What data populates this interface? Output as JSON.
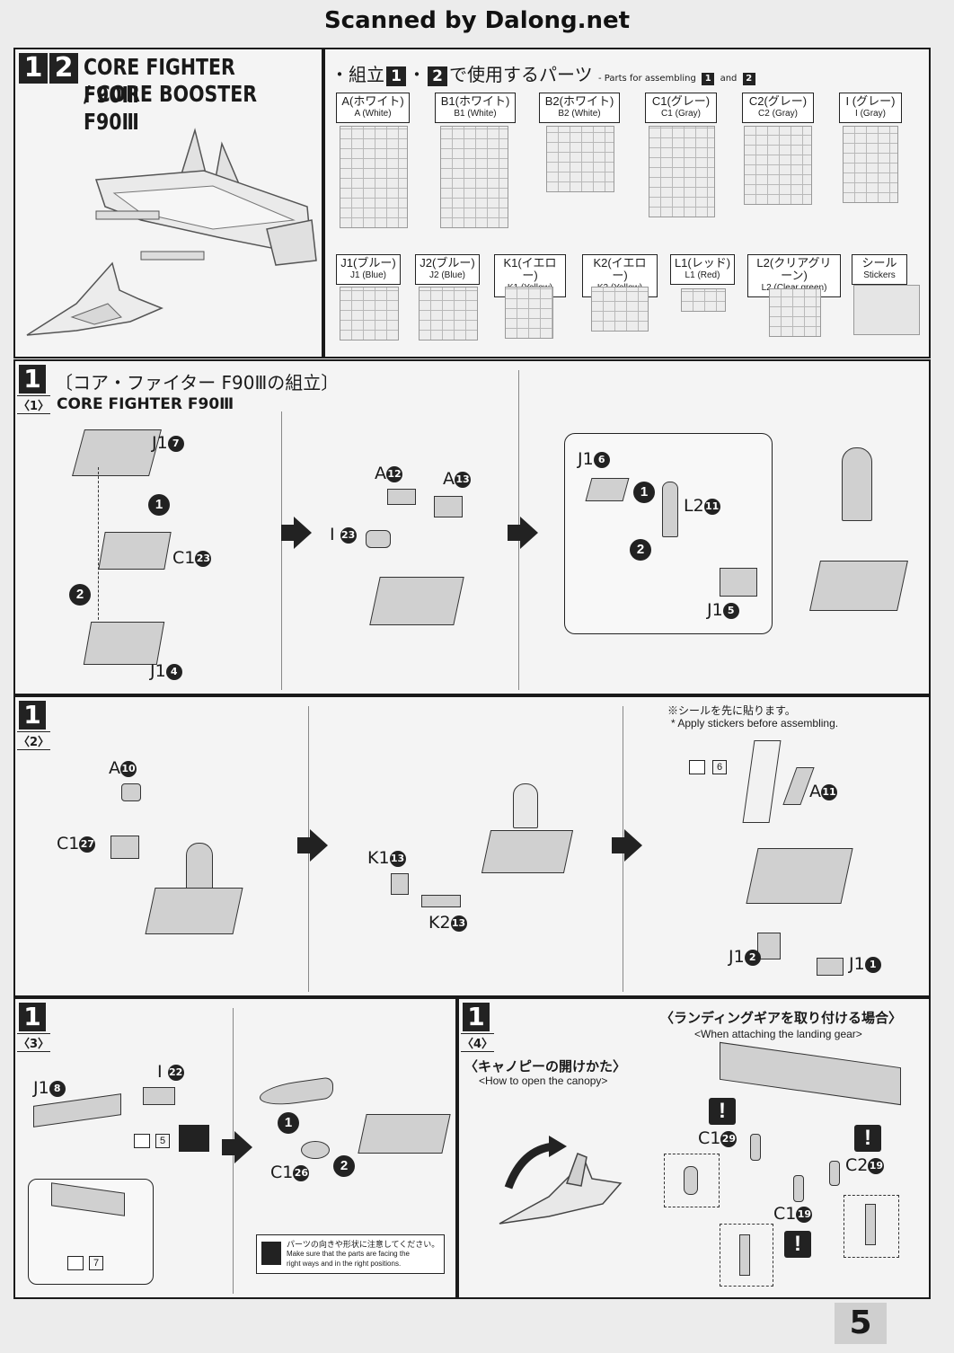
{
  "scan_credit": "Scanned by Dalong.net",
  "page_number": "5",
  "header": {
    "step_a": "1",
    "step_b": "2",
    "title_line1": "CORE FIGHTER F90Ⅲ",
    "title_line2": "/ CORE BOOSTER F90Ⅲ"
  },
  "parts": {
    "heading_jp_prefix": "・組立",
    "heading_num1": "1",
    "heading_dot": "・",
    "heading_num2": "2",
    "heading_jp_suffix": "で使用するパーツ",
    "heading_en": "- Parts for assembling",
    "heading_en_and": "and",
    "row1": [
      {
        "jp": "A(ホワイト)",
        "en": "A (White)"
      },
      {
        "jp": "B1(ホワイト)",
        "en": "B1 (White)"
      },
      {
        "jp": "B2(ホワイト)",
        "en": "B2 (White)"
      },
      {
        "jp": "C1(グレー)",
        "en": "C1 (Gray)"
      },
      {
        "jp": "C2(グレー)",
        "en": "C2 (Gray)"
      },
      {
        "jp": "I (グレー)",
        "en": "I (Gray)"
      }
    ],
    "row2": [
      {
        "jp": "J1(ブルー)",
        "en": "J1 (Blue)"
      },
      {
        "jp": "J2(ブルー)",
        "en": "J2 (Blue)"
      },
      {
        "jp": "K1(イエロー)",
        "en": "K1 (Yellow)"
      },
      {
        "jp": "K2(イエロー)",
        "en": "K2 (Yellow)"
      },
      {
        "jp": "L1(レッド)",
        "en": "L1 (Red)"
      },
      {
        "jp": "L2(クリアグリーン)",
        "en": "L2 (Clear green)"
      },
      {
        "jp": "シール",
        "en": "Stickers"
      }
    ]
  },
  "section1": {
    "step": "1",
    "sub": "〈1〉",
    "title_jp": "〔コア・ファイター F90Ⅲの組立〕",
    "title_en": "CORE FIGHTER F90Ⅲ",
    "labels": {
      "j1_7": "J1",
      "n7": "7",
      "c1_23": "C1",
      "n23": "23",
      "j1_4": "J1",
      "n4": "4",
      "a12": "A",
      "n12": "12",
      "a13": "A",
      "n13": "13",
      "i23": "I",
      "ni23": "23",
      "j1_6": "J1",
      "n6": "6",
      "l2_11": "L2",
      "n11": "11",
      "j1_5": "J1",
      "n5": "5",
      "o1": "1",
      "o2": "2",
      "o1b": "1",
      "o2b": "2"
    }
  },
  "section2": {
    "step": "1",
    "sub": "〈2〉",
    "note_jp": "※シールを先に貼ります。",
    "note_en": "* Apply stickers before assembling.",
    "labels": {
      "a10": "A",
      "n10": "10",
      "c1_27": "C1",
      "n27": "27",
      "k1_13": "K1",
      "nk1": "13",
      "k2_13": "K2",
      "nk2": "13",
      "a11": "A",
      "na11": "11",
      "j1_2": "J1",
      "nj2": "2",
      "j1_1": "J1",
      "nj1": "1",
      "sticker6": "6"
    }
  },
  "section3": {
    "step": "1",
    "sub": "〈3〉",
    "note_jp": "パーツの向きや形状に注意してください。",
    "note_en1": "Make sure that the parts are facing the",
    "note_en2": "right ways and in the right positions.",
    "labels": {
      "j1_8": "J1",
      "n8": "8",
      "i22": "I",
      "n22": "22",
      "sticker5": "5",
      "sticker7": "7",
      "c1_26": "C1",
      "n26": "26",
      "o1": "1",
      "o2": "2"
    }
  },
  "section4": {
    "step": "1",
    "sub": "〈4〉",
    "canopy_jp": "〈キャノピーの開けかた〉",
    "canopy_en": "<How to open the canopy>",
    "gear_jp": "〈ランディングギアを取り付ける場合〉",
    "gear_en": "<When attaching the landing gear>",
    "labels": {
      "c1_29": "C1",
      "n29": "29",
      "c2_19": "C2",
      "n19": "19",
      "c1_19": "C1",
      "nc19": "19"
    },
    "warn": "!"
  }
}
